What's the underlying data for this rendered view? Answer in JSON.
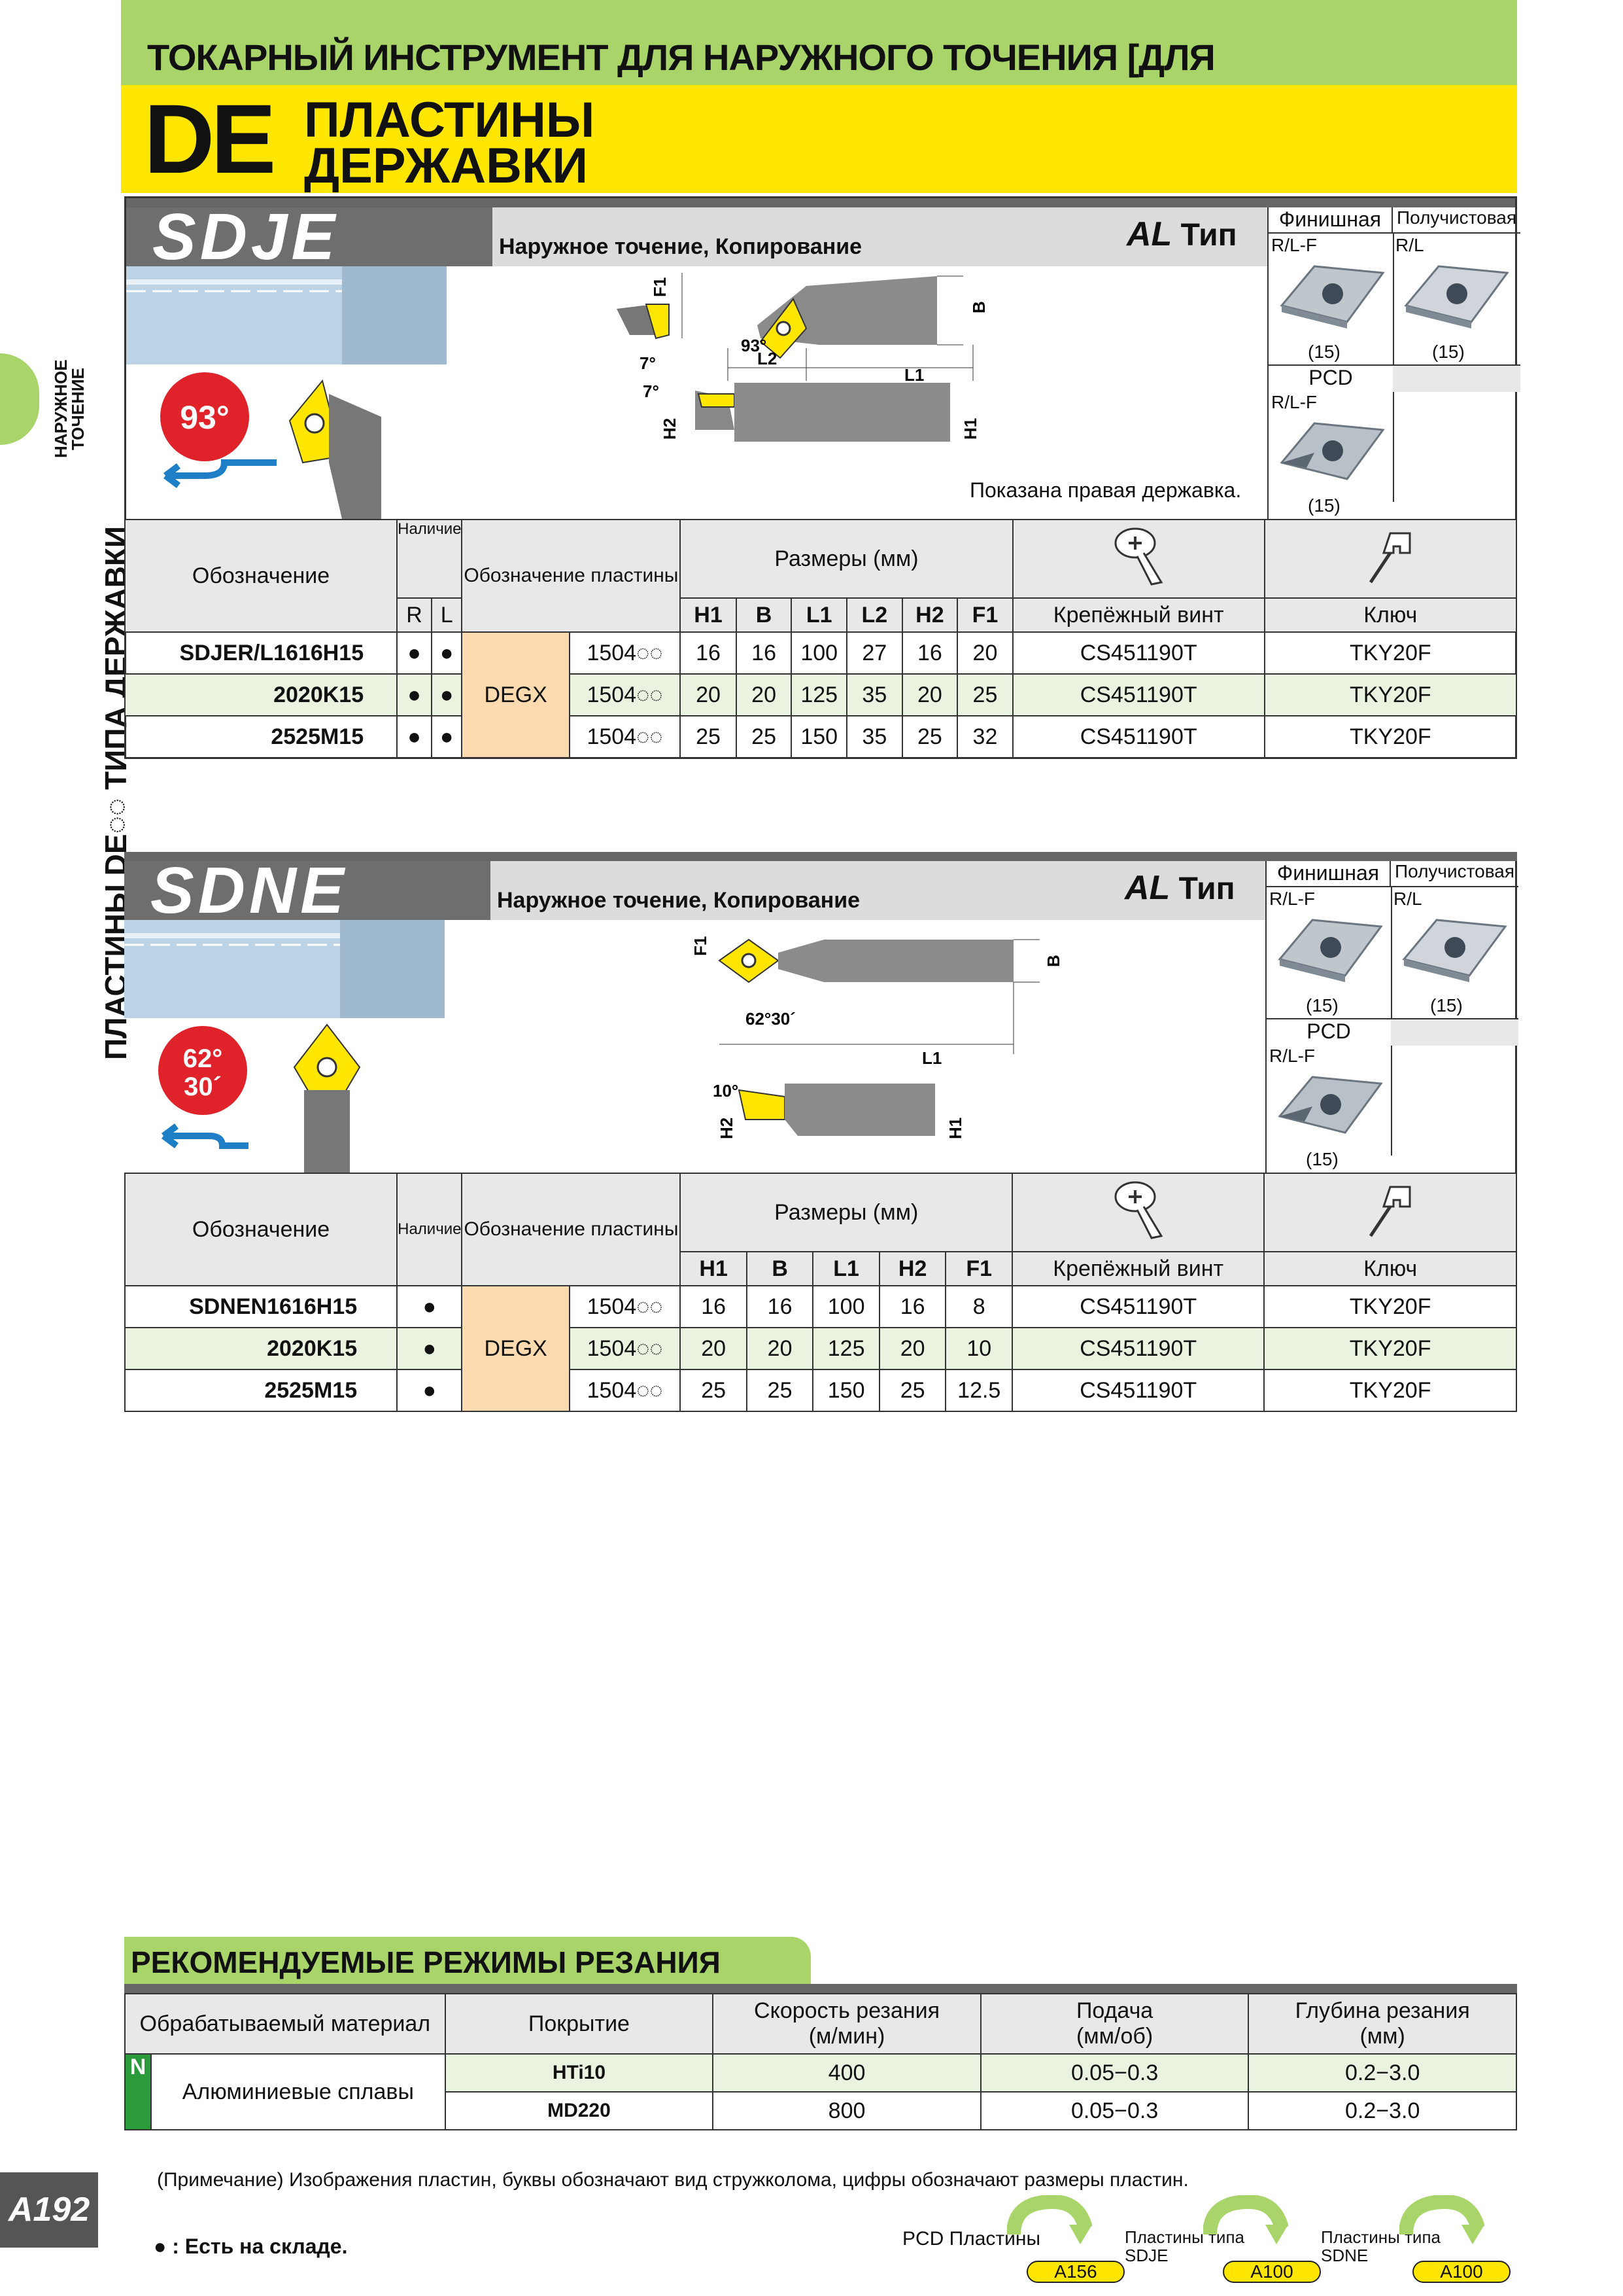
{
  "header": {
    "title": "ТОКАРНЫЙ ИНСТРУМЕНТ ДЛЯ НАРУЖНОГО ТОЧЕНИЯ [ДЛЯ АЛЮМИНИЕВЫХ СПЛАВОВ]",
    "de": "DE",
    "line1": "ПЛАСТИНЫ",
    "line2": "ДЕРЖАВКИ"
  },
  "side": {
    "tab": "НАРУЖНОЕ ТОЧЕНИЕ",
    "tab1": "НАРУЖНОЕ",
    "tab2": "ТОЧЕНИЕ",
    "rail": "ПЛАСТИНЫ DE◌◌ ТИПА ДЕРЖАВКИ"
  },
  "sdje": {
    "logo": "SDJE",
    "title": "Наружное точение, Копирование",
    "al": "AL",
    "type": "Тип",
    "angle": "93°",
    "fin": "Финишная",
    "semi": "Получистовая",
    "rlf": "R/L-F",
    "rl": "R/L",
    "n15": "(15)",
    "pcd": "PCD",
    "shown": "Показана правая державка.",
    "diag": {
      "a7": "7°",
      "a93": "93°",
      "l2": "L2",
      "l1": "L1",
      "f1": "F1",
      "b": "B",
      "h1": "H1",
      "h2": "H2",
      "a7b": "7°"
    },
    "cols": {
      "designation": "Обозначение",
      "stock": "Наличие",
      "insert": "Обозначение пластины",
      "dims": "Размеры (мм)",
      "screw": "Крепёжный винт",
      "key": "Ключ",
      "r": "R",
      "l": "L",
      "h1": "H1",
      "b": "B",
      "l1": "L1",
      "l2": "L2",
      "h2": "H2",
      "f1": "F1"
    },
    "insert_type": "DEGX",
    "rows": [
      {
        "name": "SDJER/L1616H15",
        "r": "●",
        "l": "●",
        "ins": "1504◌◌",
        "h1": "16",
        "b": "16",
        "l1": "100",
        "l2": "27",
        "h2": "16",
        "f1": "20",
        "screw": "CS451190T",
        "key": "TKY20F"
      },
      {
        "name": "2020K15",
        "r": "●",
        "l": "●",
        "ins": "1504◌◌",
        "h1": "20",
        "b": "20",
        "l1": "125",
        "l2": "35",
        "h2": "20",
        "f1": "25",
        "screw": "CS451190T",
        "key": "TKY20F"
      },
      {
        "name": "2525M15",
        "r": "●",
        "l": "●",
        "ins": "1504◌◌",
        "h1": "25",
        "b": "25",
        "l1": "150",
        "l2": "35",
        "h2": "25",
        "f1": "32",
        "screw": "CS451190T",
        "key": "TKY20F"
      }
    ]
  },
  "sdne": {
    "logo": "SDNE",
    "title": "Наружное точение, Копирование",
    "al": "AL",
    "type": "Тип",
    "angle1": "62°",
    "angle2": "30´",
    "fin": "Финишная",
    "semi": "Получистовая",
    "rlf": "R/L-F",
    "rl": "R/L",
    "n15": "(15)",
    "pcd": "PCD",
    "diag": {
      "f1": "F1",
      "b": "B",
      "a": "62°30´",
      "l1": "L1",
      "a10": "10°",
      "h2": "H2",
      "h1": "H1"
    },
    "cols": {
      "designation": "Обозначение",
      "stock": "Наличие",
      "insert": "Обозначение пластины",
      "dims": "Размеры (мм)",
      "screw": "Крепёжный винт",
      "key": "Ключ",
      "h1": "H1",
      "b": "B",
      "l1": "L1",
      "h2": "H2",
      "f1": "F1"
    },
    "insert_type": "DEGX",
    "rows": [
      {
        "name": "SDNEN1616H15",
        "s": "●",
        "ins": "1504◌◌",
        "h1": "16",
        "b": "16",
        "l1": "100",
        "h2": "16",
        "f1": "8",
        "screw": "CS451190T",
        "key": "TKY20F"
      },
      {
        "name": "2020K15",
        "s": "●",
        "ins": "1504◌◌",
        "h1": "20",
        "b": "20",
        "l1": "125",
        "h2": "20",
        "f1": "10",
        "screw": "CS451190T",
        "key": "TKY20F"
      },
      {
        "name": "2525M15",
        "s": "●",
        "ins": "1504◌◌",
        "h1": "25",
        "b": "25",
        "l1": "150",
        "h2": "25",
        "f1": "12.5",
        "screw": "CS451190T",
        "key": "TKY20F"
      }
    ]
  },
  "cutting": {
    "title": "РЕКОМЕНДУЕМЫЕ РЕЖИМЫ РЕЗАНИЯ",
    "cols": {
      "material": "Обрабатываемый материал",
      "coating": "Покрытие",
      "speed1": "Скорость резания",
      "speed2": "(м/мин)",
      "feed1": "Подача",
      "feed2": "(мм/об)",
      "depth1": "Глубина резания",
      "depth2": "(мм)"
    },
    "n": "N",
    "material": "Алюминиевые сплавы",
    "rows": [
      {
        "coating": "HTi10",
        "speed": "400",
        "feed": "0.05−0.3",
        "depth": "0.2−3.0"
      },
      {
        "coating": "MD220",
        "speed": "800",
        "feed": "0.05−0.3",
        "depth": "0.2−3.0"
      }
    ]
  },
  "footer": {
    "page": "A192",
    "note": "(Примечание) Изображения пластин, буквы обозначают вид стружколома, цифры обозначают размеры пластин.",
    "stock": "● : Есть на складе.",
    "pcd_label": "PCD Пластины",
    "pcd_ref": "A156",
    "sdje_label1": "Пластины типа",
    "sdje_label2": "SDJE",
    "sdje_ref": "A100",
    "sdne_label1": "Пластины типа",
    "sdne_label2": "SDNE",
    "sdne_ref": "A100"
  },
  "colors": {
    "green": "#a9d46a",
    "yellow": "#ffe600",
    "peach": "#fddab0",
    "red": "#e0222a",
    "grey": "#6e6e6e"
  }
}
